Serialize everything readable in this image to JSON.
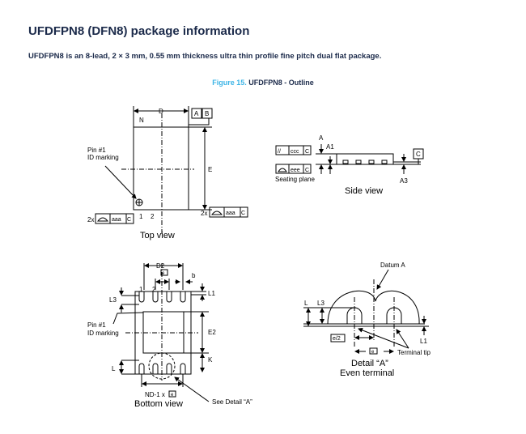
{
  "header": {
    "title": "UFDFPN8 (DFN8) package information",
    "intro": "UFDFPN8 is an 8-lead, 2 × 3 mm, 0.55 mm thickness ultra thin profile fine pitch dual flat package.",
    "figure_number": "Figure 15.",
    "figure_title": "UFDFPN8 - Outline"
  },
  "top_view": {
    "label": "Top view",
    "dim_d": "D",
    "dim_e": "E",
    "datum_a": "A",
    "datum_b": "B",
    "corner_n": "N",
    "pin1_line1": "Pin #1",
    "pin1_line2": "ID marking",
    "pin_1": "1",
    "pin_2": "2",
    "tol_prefix": "2x",
    "tol_value": "aaa",
    "tol_datum": "C"
  },
  "side_view": {
    "label": "Side view",
    "dim_a": "A",
    "dim_a1": "A1",
    "dim_a3": "A3",
    "datum_c": "C",
    "parallel_symbol": "//",
    "parallel_value": "ccc",
    "flat_value": "eee",
    "tol_datum": "C",
    "seating_plane": "Seating plane"
  },
  "bottom_view": {
    "label": "Bottom view",
    "dim_d2": "D2",
    "dim_e2": "E2",
    "dim_e": "e",
    "dim_b": "b",
    "dim_l1": "L1",
    "dim_l3": "L3",
    "dim_l": "L",
    "dim_k": "K",
    "pin_1": "1",
    "pin_2": "2",
    "pin1_line1": "Pin #1",
    "pin1_line2": "ID marking",
    "pitch_label": "ND-1 x",
    "see_detail": "See Detail “A”"
  },
  "detail_a": {
    "datum": "Datum A",
    "dim_l": "L",
    "dim_l3": "L3",
    "dim_l1": "L1",
    "half_pitch": "e/2",
    "pitch": "e",
    "terminal_tip": "Terminal tip",
    "label_line1": "Detail “A”",
    "label_line2": "Even terminal"
  }
}
